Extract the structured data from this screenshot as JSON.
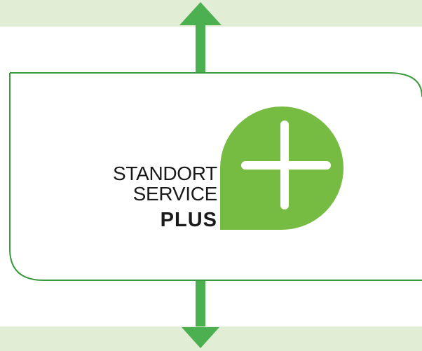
{
  "logo": {
    "line1": "STANDORT",
    "line2": "SERVICE",
    "line3": "PLUS",
    "mark": "plus-icon"
  },
  "colors": {
    "band": "#e2edd6",
    "arrow": "#4caf50",
    "box_border": "#3a9a3c",
    "mark_fill": "#76bc43",
    "text": "#1a1a1a"
  }
}
